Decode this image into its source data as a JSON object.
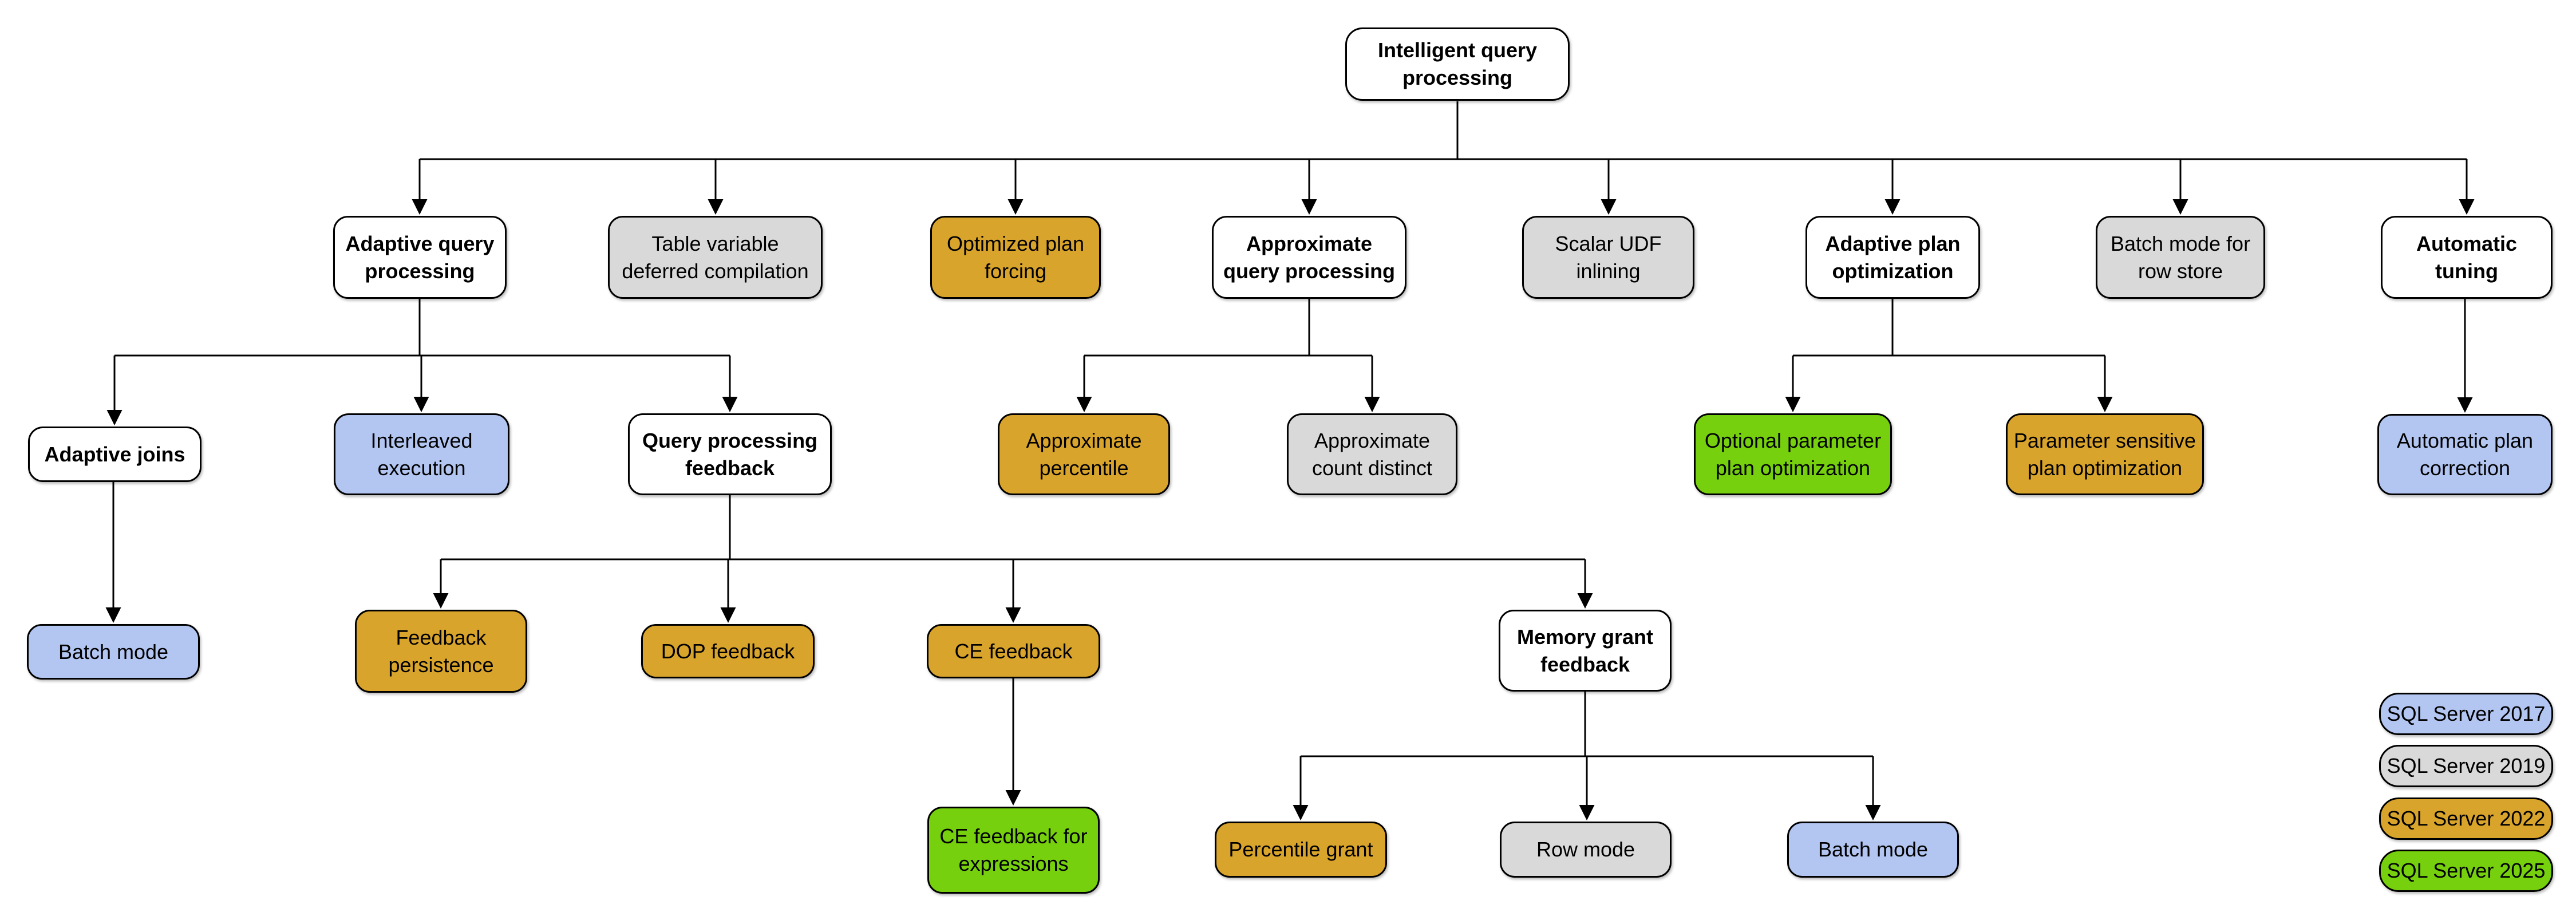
{
  "diagram": {
    "title": "Intelligent query processing",
    "colors": {
      "white": "#ffffff",
      "blue": "#b3c6f2",
      "gray": "#d9d9d9",
      "gold": "#d9a42c",
      "green": "#76d00e",
      "border": "#000000",
      "text": "#000000"
    },
    "nodes": [
      {
        "id": "root",
        "label": "Intelligent query\nprocessing",
        "variant": "white",
        "parent": null
      },
      {
        "id": "aqp",
        "label": "Adaptive query\nprocessing",
        "variant": "white",
        "parent": "root"
      },
      {
        "id": "tvdc",
        "label": "Table variable\ndeferred compilation",
        "variant": "gray",
        "parent": "root"
      },
      {
        "id": "opf",
        "label": "Optimized plan\nforcing",
        "variant": "gold",
        "parent": "root"
      },
      {
        "id": "apqp",
        "label": "Approximate\nquery processing",
        "variant": "white",
        "parent": "root"
      },
      {
        "id": "sudf",
        "label": "Scalar UDF\ninlining",
        "variant": "gray",
        "parent": "root"
      },
      {
        "id": "apo",
        "label": "Adaptive plan\noptimization",
        "variant": "white",
        "parent": "root"
      },
      {
        "id": "bmrs",
        "label": "Batch mode for\nrow store",
        "variant": "gray",
        "parent": "root"
      },
      {
        "id": "at",
        "label": "Automatic\ntuning",
        "variant": "white",
        "parent": "root"
      },
      {
        "id": "aj",
        "label": "Adaptive joins",
        "variant": "white",
        "parent": "aqp"
      },
      {
        "id": "ie",
        "label": "Interleaved\nexecution",
        "variant": "blue",
        "parent": "aqp"
      },
      {
        "id": "qpf",
        "label": "Query processing\nfeedback",
        "variant": "white",
        "parent": "aqp"
      },
      {
        "id": "ap",
        "label": "Approximate\npercentile",
        "variant": "gold",
        "parent": "apqp"
      },
      {
        "id": "acd",
        "label": "Approximate\ncount distinct",
        "variant": "gray",
        "parent": "apqp"
      },
      {
        "id": "oppo",
        "label": "Optional parameter\nplan optimization",
        "variant": "green",
        "parent": "apo"
      },
      {
        "id": "pspo",
        "label": "Parameter sensitive\nplan optimization",
        "variant": "gold",
        "parent": "apo"
      },
      {
        "id": "apc",
        "label": "Automatic plan\ncorrection",
        "variant": "blue",
        "parent": "at"
      },
      {
        "id": "bm1",
        "label": "Batch mode",
        "variant": "blue",
        "parent": "aj"
      },
      {
        "id": "fp",
        "label": "Feedback\npersistence",
        "variant": "gold",
        "parent": "qpf"
      },
      {
        "id": "dopf",
        "label": "DOP feedback",
        "variant": "gold",
        "parent": "qpf"
      },
      {
        "id": "cef",
        "label": "CE feedback",
        "variant": "gold",
        "parent": "qpf"
      },
      {
        "id": "mgf",
        "label": "Memory grant\nfeedback",
        "variant": "white",
        "parent": "qpf"
      },
      {
        "id": "cefe",
        "label": "CE feedback for\nexpressions",
        "variant": "green",
        "parent": "cef"
      },
      {
        "id": "pg",
        "label": "Percentile grant",
        "variant": "gold",
        "parent": "mgf"
      },
      {
        "id": "rm",
        "label": "Row mode",
        "variant": "gray",
        "parent": "mgf"
      },
      {
        "id": "bm2",
        "label": "Batch mode",
        "variant": "blue",
        "parent": "mgf"
      }
    ],
    "legend": [
      {
        "label": "SQL Server 2017",
        "variant": "blue"
      },
      {
        "label": "SQL Server 2019",
        "variant": "gray"
      },
      {
        "label": "SQL Server 2022",
        "variant": "gold"
      },
      {
        "label": "SQL Server 2025",
        "variant": "green"
      }
    ]
  }
}
